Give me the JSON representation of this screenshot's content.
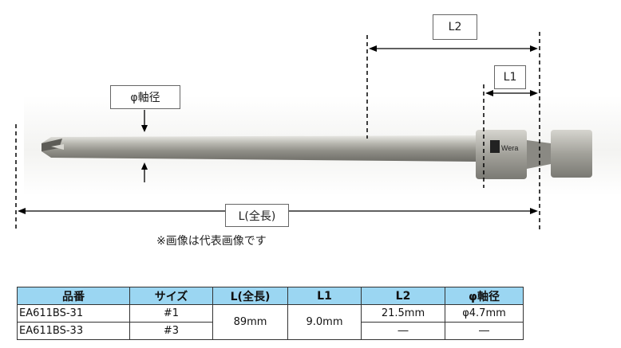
{
  "labels": {
    "shaft_diameter": "φ軸径",
    "l1": "L1",
    "l2": "L2",
    "total_length": "L(全長)",
    "note": "※画像は代表画像です"
  },
  "brand": "Wera",
  "table": {
    "headers": [
      "品番",
      "サイズ",
      "L(全長)",
      "L1",
      "L2",
      "φ軸径"
    ],
    "rows": [
      {
        "part": "EA611BS-31",
        "size": "#1",
        "l2": "21.5mm",
        "diameter": "φ4.7mm"
      },
      {
        "part": "EA611BS-33",
        "size": "#3",
        "l2": "―",
        "diameter": "―"
      }
    ],
    "shared": {
      "length": "89mm",
      "l1": "9.0mm"
    }
  }
}
